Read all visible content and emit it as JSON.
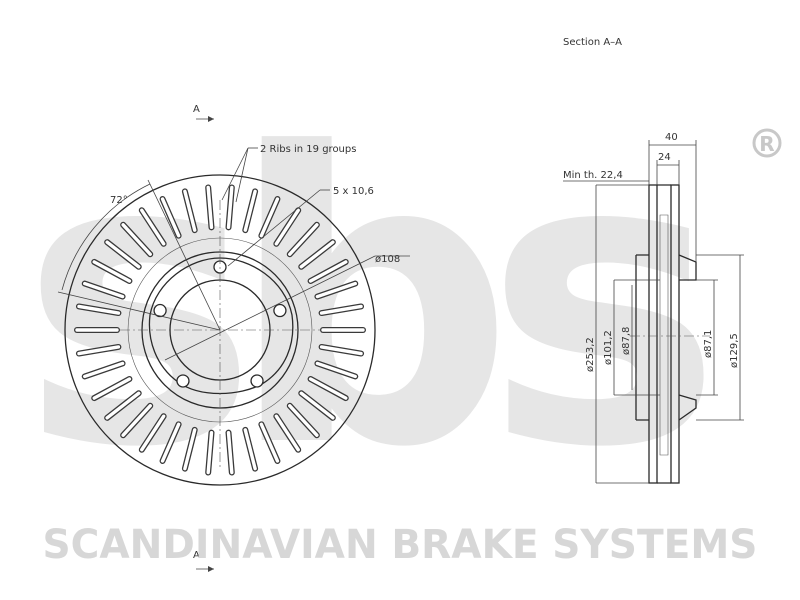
{
  "brand": {
    "watermark": "sbs",
    "tagline": "SCANDINAVIAN BRAKE SYSTEMS",
    "registered_mark": "R",
    "watermark_color": "#e6e6e6",
    "tagline_color": "#d7d7d7"
  },
  "front_view": {
    "section_marker_top": "A",
    "section_marker_bottom": "A",
    "angle_label": "72°",
    "ribs_label": "2 Ribs in 19 groups",
    "bolts_label": "5 x 10,6",
    "pcd_label": "ø108",
    "rib_count": 38,
    "bolt_count": 5
  },
  "section_view": {
    "title": "Section A–A",
    "width_total": "40",
    "width_hat": "24",
    "min_thickness": "Min th. 22,4",
    "diameters": [
      "ø253,2",
      "ø101,2",
      "ø87,8",
      "ø87,1",
      "ø129,5"
    ]
  },
  "colors": {
    "line": "#2a2a2a",
    "text": "#333333"
  }
}
